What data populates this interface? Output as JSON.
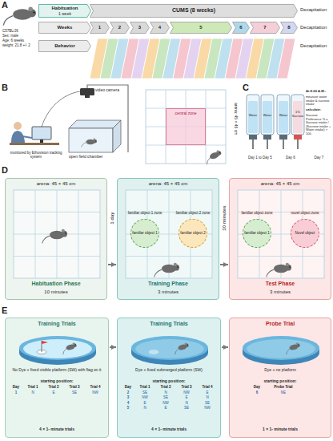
{
  "diagram": {
    "nodes": [
      {
        "text": [
          "Habituation",
          "1 week"
        ]
      },
      {
        "text": [
          "CUMS (8 weeks)"
        ]
      },
      {
        "text": [
          "Weeks"
        ]
      },
      {
        "text": [
          "1"
        ]
      },
      {
        "text": [
          "2"
        ]
      },
      {
        "text": [
          "3"
        ]
      },
      {
        "text": [
          "4"
        ]
      },
      {
        "text": [
          "5"
        ]
      },
      {
        "text": [
          "6"
        ]
      },
      {
        "text": [
          "7"
        ]
      },
      {
        "text": [
          "8"
        ]
      },
      {
        "text": [
          "Behavior"
        ]
      },
      {
        "text": [
          "central zone"
        ]
      },
      {
        "text": [
          "arena: 45 × 45 cm",
          "Habituation Phase",
          "10 minutes"
        ]
      },
      {
        "text": [
          "arena: 45 × 45 cm",
          "Training Phase",
          "3 minutes"
        ]
      },
      {
        "text": [
          "familiar object 1 zone",
          "familiar object 1"
        ],
        "in": 14
      },
      {
        "text": [
          "familiar object 2 zone",
          "familiar object 2"
        ],
        "in": 14
      },
      {
        "text": [
          "arena: 45 × 45 cm",
          "Test Phase",
          "3 minutes"
        ]
      },
      {
        "text": [
          "familiar object zone",
          "familiar object 1"
        ],
        "in": 17
      },
      {
        "text": [
          "novel object zone",
          "Novel object"
        ],
        "in": 17
      },
      {
        "text": [
          "Training Trials",
          "No Dye + fixed visible platform (SW) with flag on it",
          "starting position:",
          "4 × 1- minute trials"
        ]
      },
      {
        "text": [
          "Training Trials",
          "Dye + fixed submerged platform (SW)",
          "starting position:",
          "4 × 1- minute trials"
        ]
      },
      {
        "text": [
          "Probe Trial",
          "Dye + no platform",
          "starting position:",
          "1 × 1- minute trials"
        ]
      }
    ],
    "edges": [
      {
        "from": 13,
        "to": 14,
        "label": "1 day",
        "arrow": "to"
      },
      {
        "from": 14,
        "to": 17,
        "label": "10 minutes",
        "arrow": "to"
      },
      {
        "from": 20,
        "to": 21,
        "arrow": "to"
      },
      {
        "from": 21,
        "to": 22,
        "arrow": "to"
      }
    ],
    "labels": [
      "A",
      "C57BL/J6",
      "Sex: male",
      "Age: 6 weeks",
      "weight: 21.8 +/- 2",
      "Decapitation",
      "Decapitation",
      "Decapitation",
      "B",
      "video camera",
      "monitored by Ethovision tracking system",
      "open field chamber",
      "arena: 45 × 45 cm",
      "C",
      "Water",
      "Water",
      "Day 1 to Day 5",
      "Water",
      "1% Sucrose",
      "Day 6",
      "At 8:00 A.M.:",
      "measure water intake & sucrose intake",
      "calculate:",
      "Sucrose Preference % = Sucrose intake / (Sucrose intake + Water intake) × 100",
      "Day 7",
      "D",
      "E",
      "Day",
      "Trial 1",
      "Trial 2",
      "Trial 3",
      "Trial 4",
      "1",
      "N",
      "E",
      "SE",
      "NW",
      "Day",
      "Trial 1",
      "Trial 2",
      "Trial 3",
      "Trial 4",
      "2",
      "SE",
      "N",
      "NW",
      "E",
      "3",
      "NW",
      "SE",
      "E",
      "N",
      "4",
      "E",
      "NW",
      "N",
      "SE",
      "5",
      "N",
      "E",
      "SE",
      "NW",
      "Day",
      "Probe Trial",
      "6",
      "NE"
    ]
  }
}
